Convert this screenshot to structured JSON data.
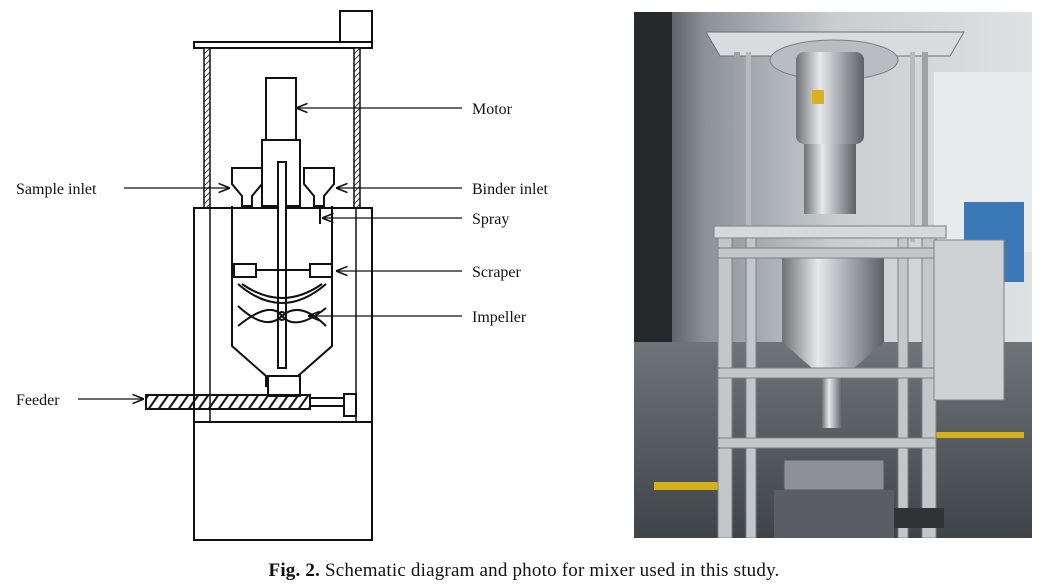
{
  "labels": {
    "motor": "Motor",
    "sample_inlet": "Sample inlet",
    "binder_inlet": "Binder inlet",
    "spray": "Spray",
    "scraper": "Scraper",
    "impeller": "Impeller",
    "feeder": "Feeder"
  },
  "caption": {
    "prefix": "Fig. 2.",
    "text": "Schematic diagram and photo for mixer used in this study."
  }
}
